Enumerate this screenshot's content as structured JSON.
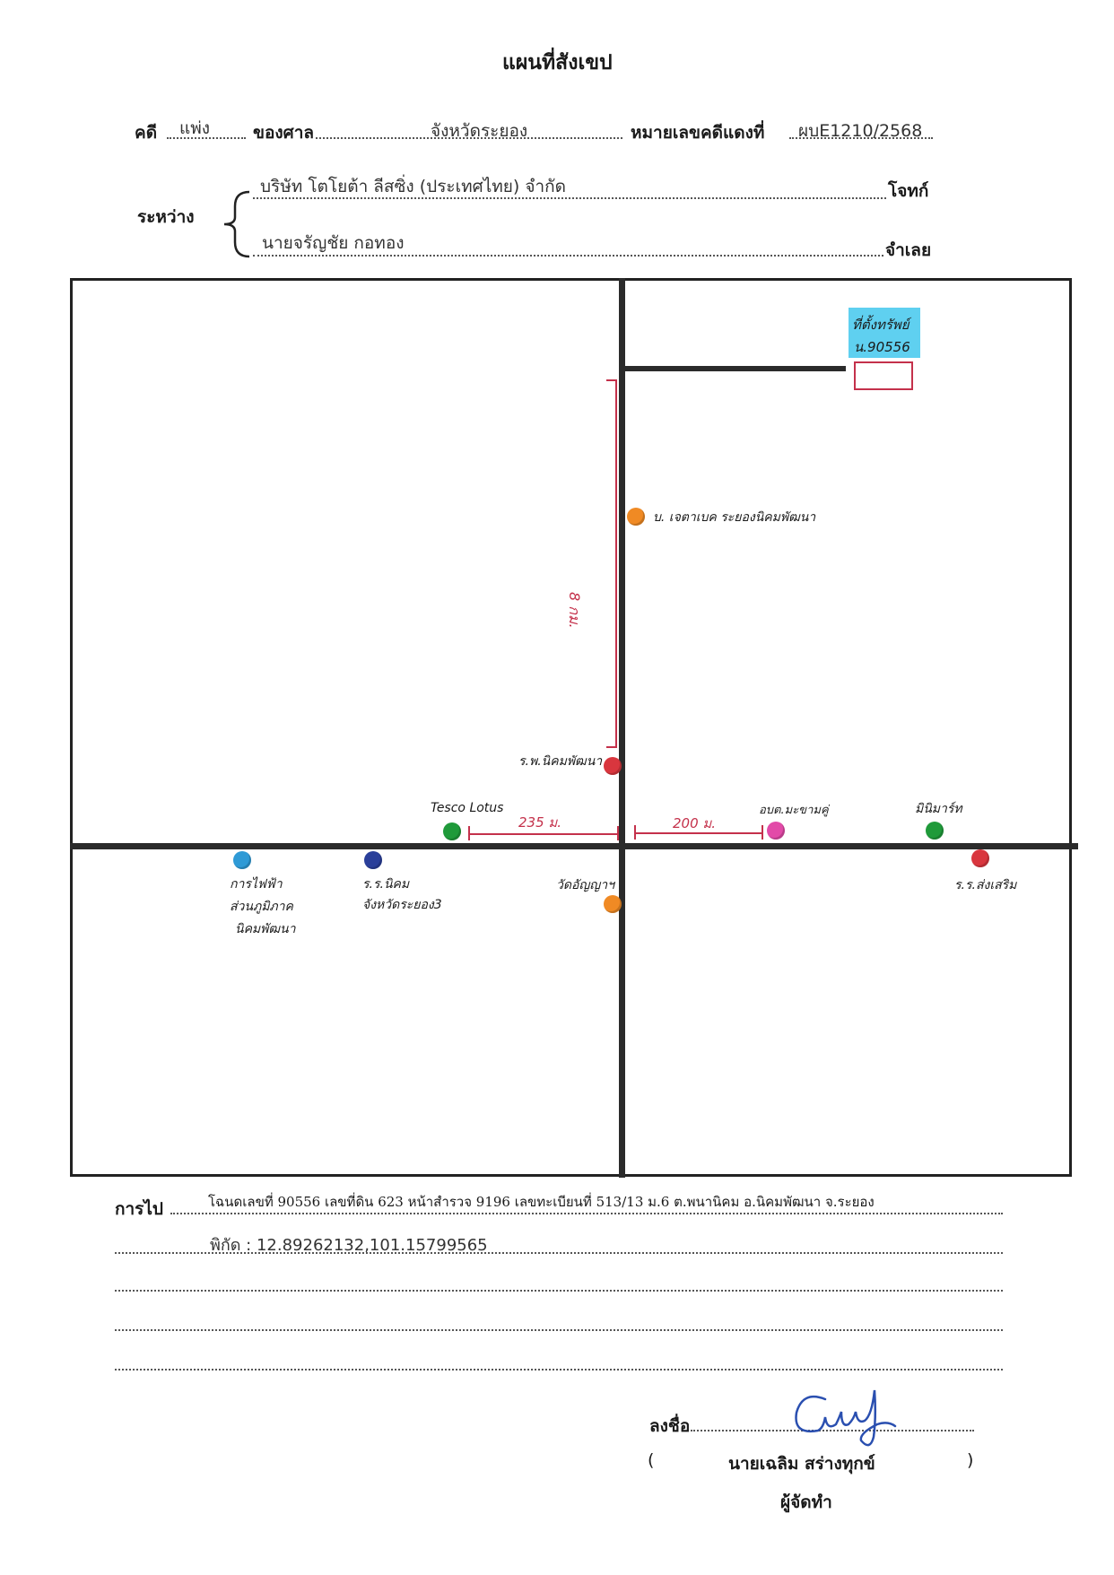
{
  "doc_title": "แผนที่สังเขป",
  "case": {
    "case_label": "คดี",
    "case_type": "แพ่ง",
    "court_label": "ของศาล",
    "court": "จังหวัดระยอง",
    "red_no_label": "หมายเลขคดีแดงที่",
    "red_no": "ผบE1210/2568"
  },
  "parties": {
    "between_label": "ระหว่าง",
    "plaintiff": "บริษัท โตโยต้า ลีสซิ่ง (ประเทศไทย) จำกัด",
    "plaintiff_role": "โจทก์",
    "defendant": "นายจรัญชัย กอทอง",
    "defendant_role": "จำเลย"
  },
  "map": {
    "property_label_1": "ที่ตั้งทรัพย์",
    "property_label_2": "น.90556",
    "dist_vertical": "8 กม.",
    "dist_left": "235 ม.",
    "dist_right": "200 ม.",
    "landmarks": {
      "company": "บ. เจตาเบค ระยองนิคมพัฒนา",
      "hospital": "ร.พ.นิคมพัฒนา",
      "tesco": "Tesco Lotus",
      "subdistrict": "อบต.มะขามคู่",
      "minimart": "มินิมาร์ท",
      "electric_1": "การไฟฟ้า",
      "electric_2": "ส่วนภูมิภาค",
      "electric_3": "นิคมพัฒนา",
      "school_1": "ร.ร.นิคม",
      "school_2": "จังหวัดระยอง3",
      "temple": "วัดอัญญาฯ",
      "school_right": "ร.ร.ส่งเสริม"
    },
    "colors": {
      "orange": "#f08a24",
      "red": "#d9363e",
      "green": "#1f9a3a",
      "pink": "#e24aa8",
      "lightblue": "#2e9ad6",
      "navy": "#2a3f9a",
      "highlight": "#5fd0f0",
      "distance": "#c4314b"
    }
  },
  "directions": {
    "label": "การไป",
    "line1": "โฉนดเลขที่ 90556  เลขที่ดิน 623 หน้าสำรวจ 9196 เลขทะเบียนที่ 513/13 ม.6  ต.พนานิคม อ.นิคมพัฒนา จ.ระยอง",
    "line2": "พิกัด : 12.89262132,101.15799565"
  },
  "signature": {
    "sign_label": "ลงชื่อ",
    "open_paren": "(",
    "name": "นายเฉลิม  สร่างทุกข์",
    "close_paren": ")",
    "role": "ผู้จัดทำ"
  }
}
